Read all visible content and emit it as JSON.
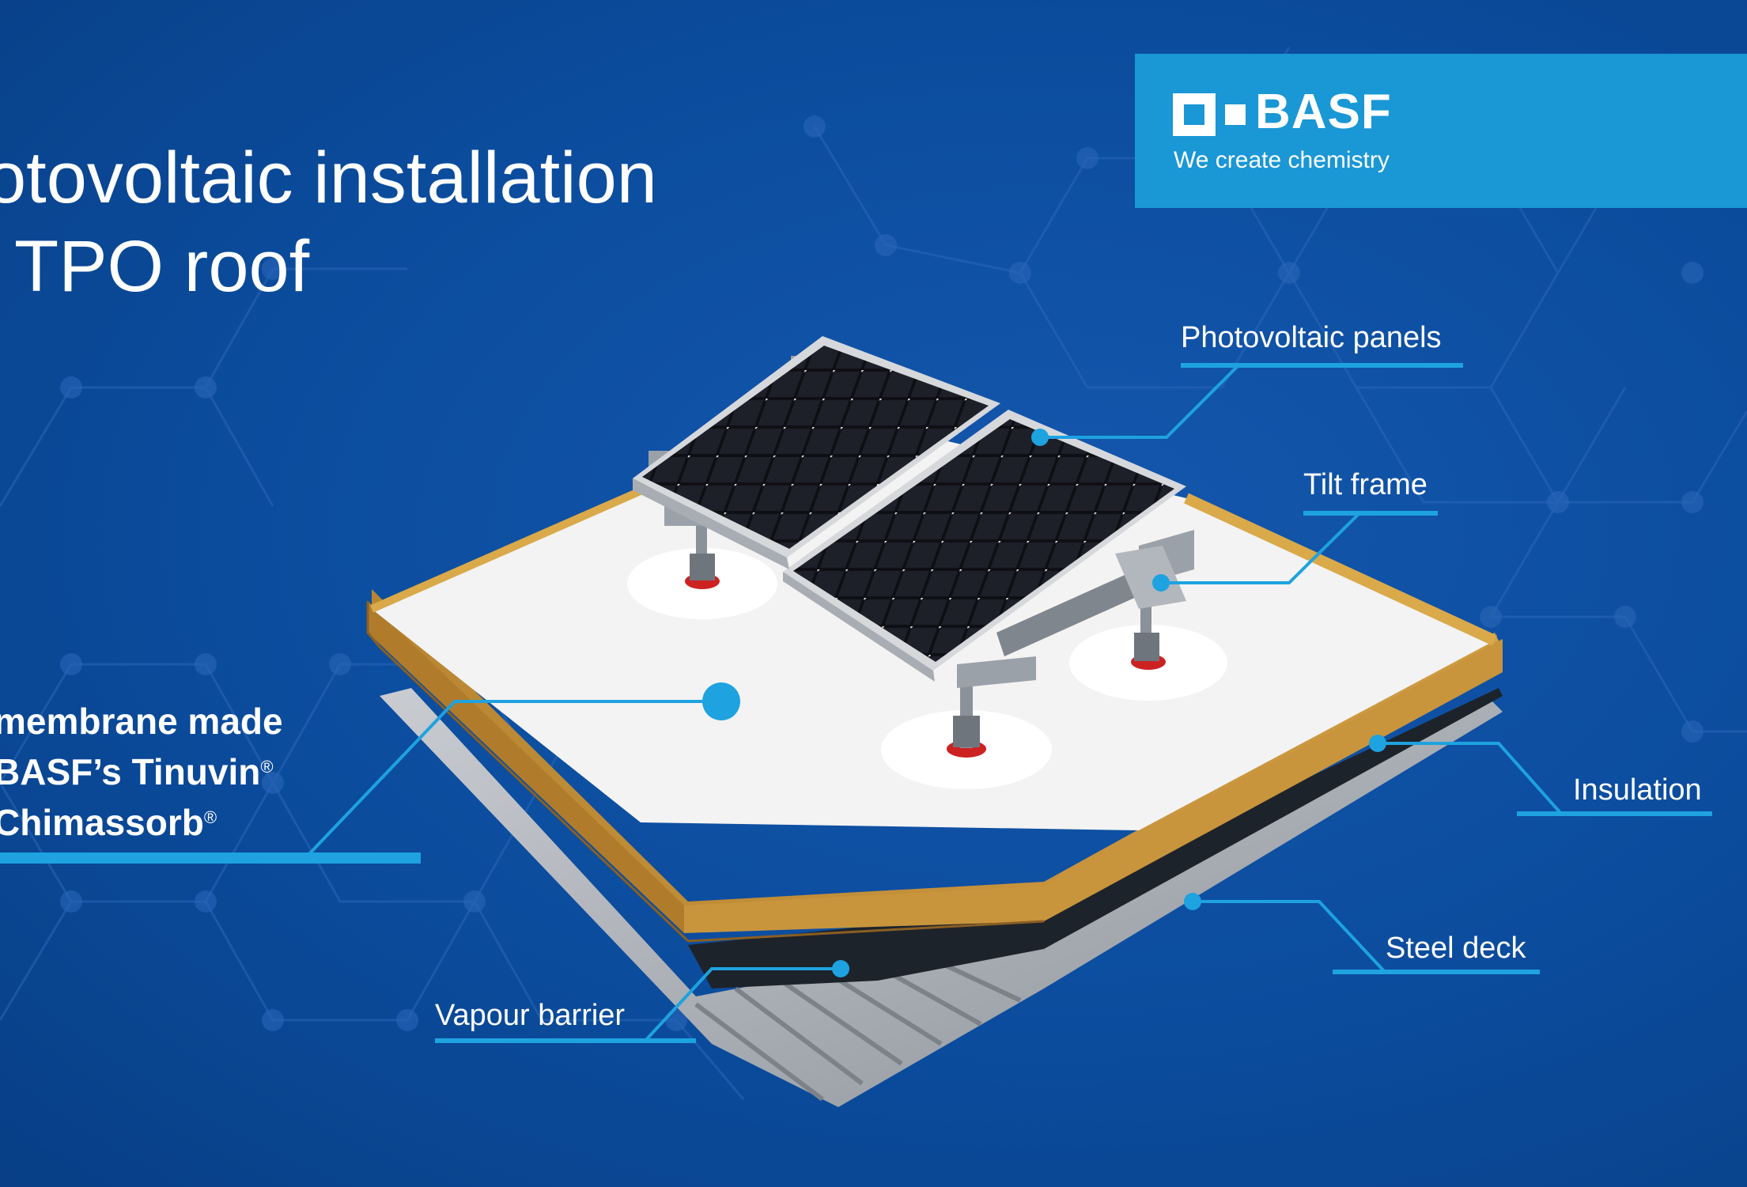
{
  "title": {
    "line1": "otovoltaic installation",
    "line2": "TPO roof"
  },
  "logo": {
    "brand": "BASF",
    "tagline": "We create chemistry"
  },
  "membrane": {
    "line1": "membrane made",
    "line2": "BASF’s Tinuvin",
    "line3": "Chimassorb",
    "registered": "®"
  },
  "callouts": {
    "photovoltaic_panels": "Photovoltaic panels",
    "tilt_frame": "Tilt frame",
    "insulation": "Insulation",
    "steel_deck": "Steel deck",
    "vapour_barrier": "Vapour barrier"
  },
  "colors": {
    "background": "#0b4c9d",
    "accent": "#1a97d5",
    "leader_line": "#1ea2e0"
  }
}
